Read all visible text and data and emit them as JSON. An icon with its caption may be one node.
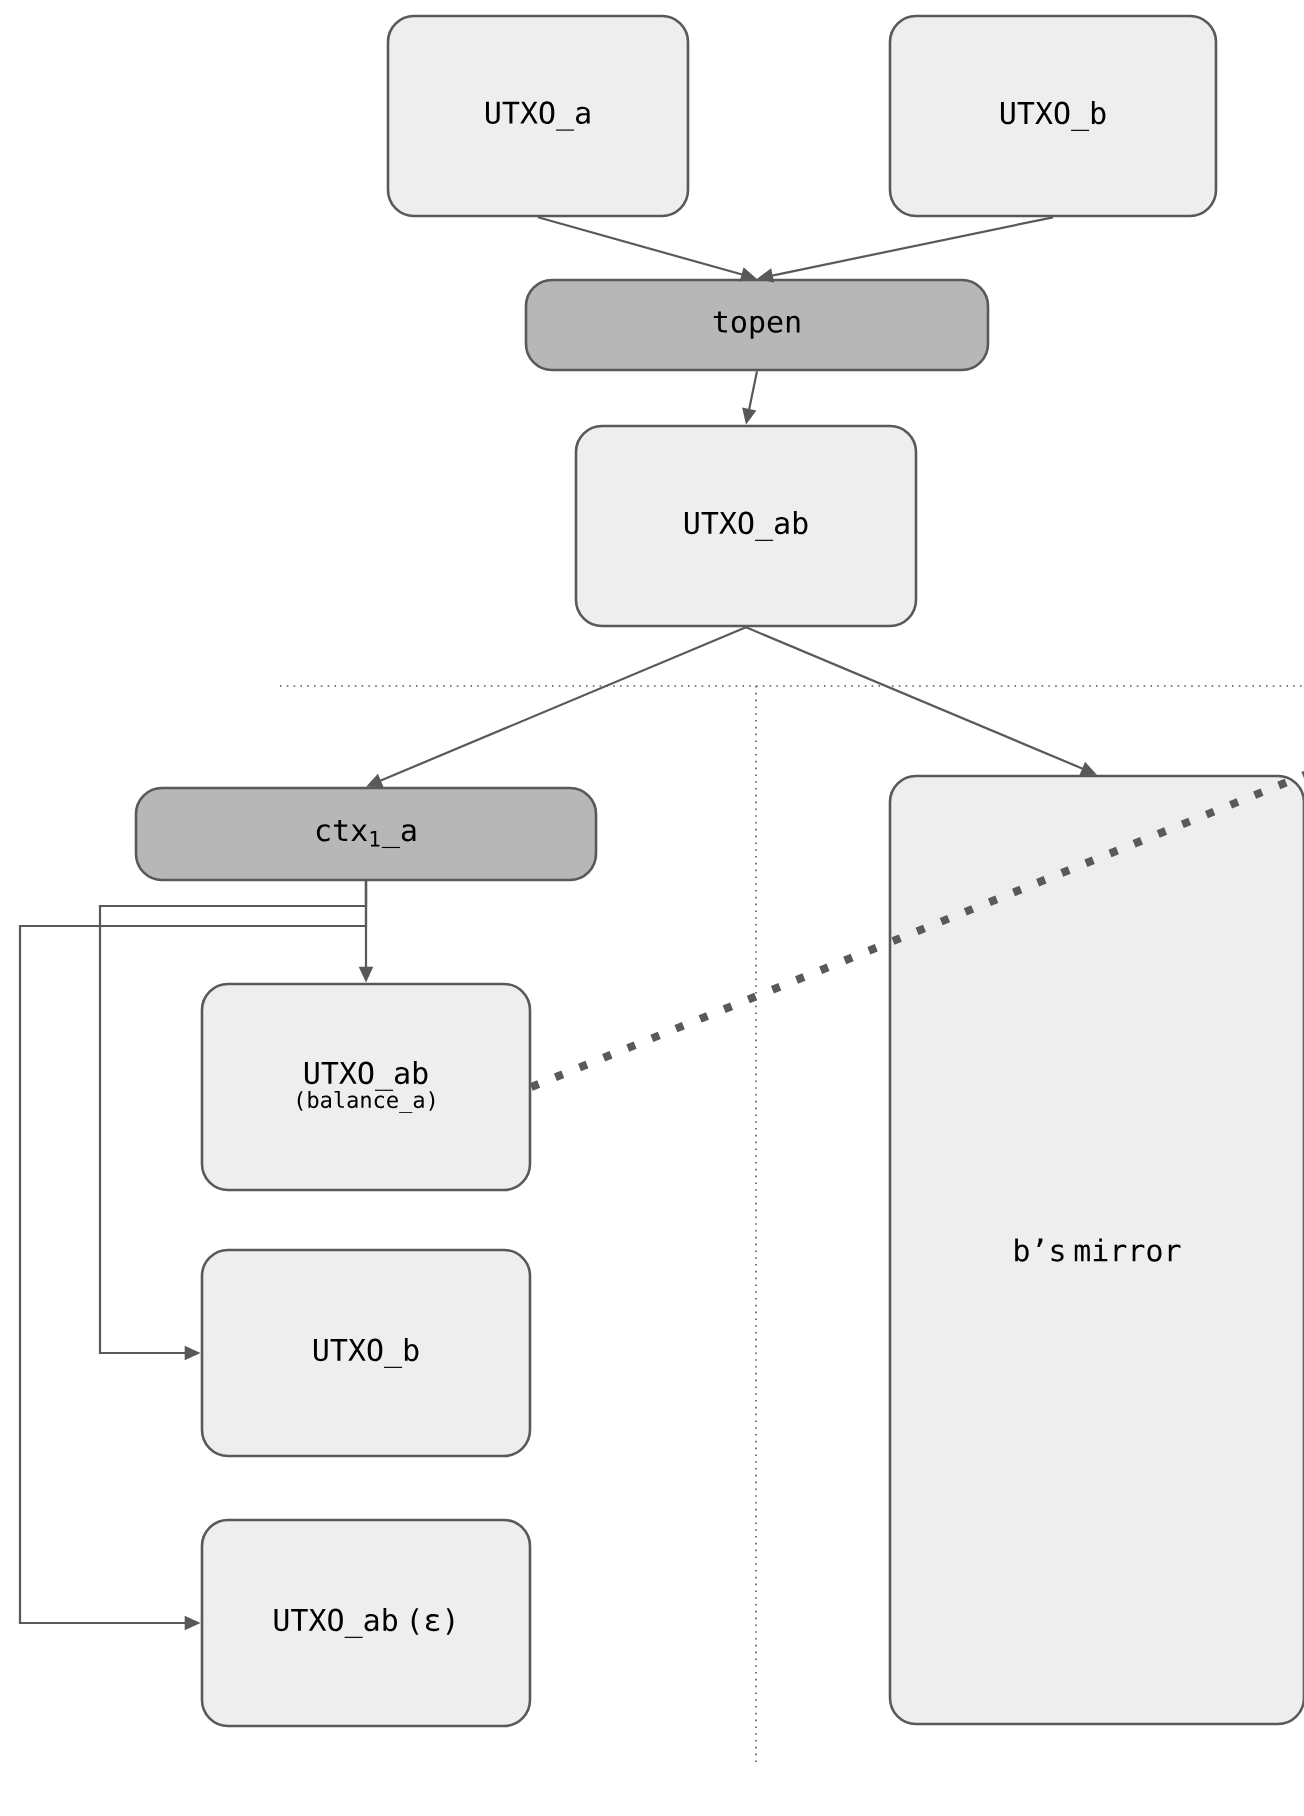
{
  "diagram": {
    "nodes": [
      {
        "text": [
          "UTXO_a"
        ]
      },
      {
        "text": [
          "UTXO_b"
        ]
      },
      {
        "text": [
          "topen"
        ]
      },
      {
        "text": [
          "UTXO_ab"
        ]
      },
      {
        "text": [
          "ctx$_{1}$_a"
        ]
      },
      {
        "text": [
          "UTXO_ab",
          "(balance_a)"
        ]
      },
      {
        "text": [
          "b’s mirror"
        ]
      },
      {
        "text": [
          "UTXO_b"
        ]
      },
      {
        "text": [
          "UTXO_ab (ε)"
        ]
      }
    ],
    "edges": [
      {
        "from": 0,
        "to": 2,
        "arrow": "to"
      },
      {
        "from": 1,
        "to": 2,
        "arrow": "to"
      },
      {
        "from": 2,
        "to": 3,
        "arrow": "to"
      },
      {
        "from": 3,
        "to": 4,
        "arrow": "to"
      },
      {
        "from": 3,
        "to": 6,
        "arrow": "to"
      },
      {
        "from": 4,
        "to": 5,
        "arrow": "to"
      },
      {
        "from": 4,
        "to": 7,
        "arrow": "to"
      },
      {
        "from": 4,
        "to": 8,
        "arrow": "to"
      },
      {
        "from": 5,
        "to": 6,
        "arrow": "none",
        "style": "dashed"
      }
    ]
  }
}
